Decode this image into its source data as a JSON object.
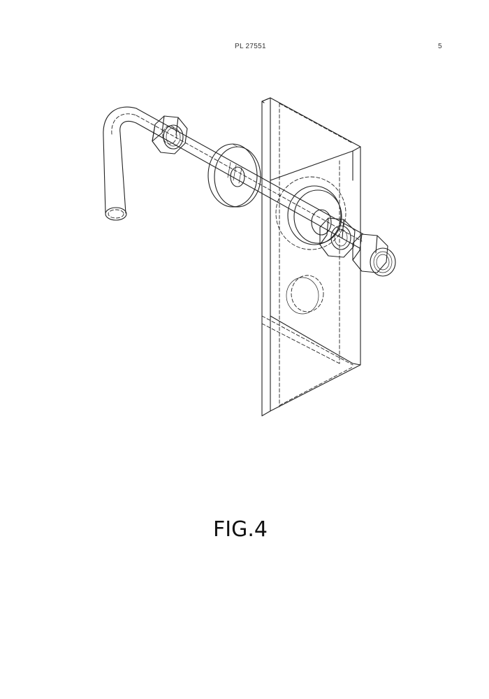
{
  "header": {
    "document_number": "PL 27551",
    "page_number": "5"
  },
  "figure": {
    "label": "FIG.4"
  }
}
